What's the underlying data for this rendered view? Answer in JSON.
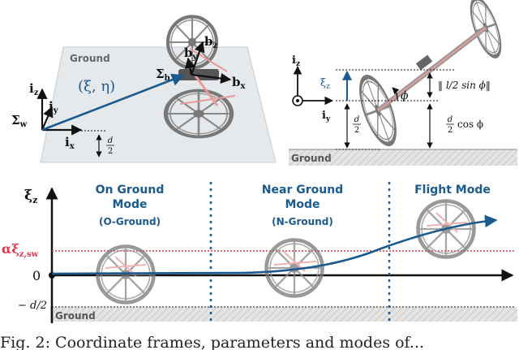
{
  "top_left": {
    "ground_label": "Ground",
    "axis_iz": "i",
    "axis_iz_sub": "z",
    "axis_iy": "i",
    "axis_iy_sub": "y",
    "axis_ix": "i",
    "axis_ix_sub": "x",
    "frame_w": "Σ",
    "frame_w_sub": "w",
    "frame_b": "Σ",
    "frame_b_sub": "b",
    "axis_bx": "b",
    "axis_bx_sub": "x",
    "axis_by": "b",
    "axis_by_sub": "y",
    "axis_bz": "b",
    "axis_bz_sub": "z",
    "vector_label": "(ξ,  η)",
    "offset_num": "d",
    "offset_den": "2"
  },
  "top_right": {
    "ground_label": "Ground",
    "axis_iz": "i",
    "axis_iz_sub": "z",
    "axis_iy": "i",
    "axis_iy_sub": "y",
    "xi_z": "ξ",
    "xi_z_sub": "z",
    "phi": "ϕ",
    "sin_term": "‖ l/2 sin ϕ‖",
    "half_d_num": "d",
    "half_d_den": "2",
    "cos_term_num": "d",
    "cos_term_den": "2",
    "cos_term": "cos ϕ"
  },
  "bottom": {
    "y_axis_label": "ξ",
    "y_axis_sub": "z",
    "threshold_label": "αξ",
    "threshold_sub": "z,sw",
    "zero_label": "0",
    "neg_label": "− d/2",
    "ground_label": "Ground",
    "modes": [
      {
        "title_line1": "On Ground",
        "title_line2": "Mode",
        "abbr": "(O-Ground)"
      },
      {
        "title_line1": "Near Ground",
        "title_line2": "Mode",
        "abbr": "(N-Ground)"
      },
      {
        "title_line1": "Flight Mode",
        "title_line2": "",
        "abbr": ""
      }
    ]
  },
  "caption": "Fig. 2: Coordinate frames, parameters and modes of..."
}
